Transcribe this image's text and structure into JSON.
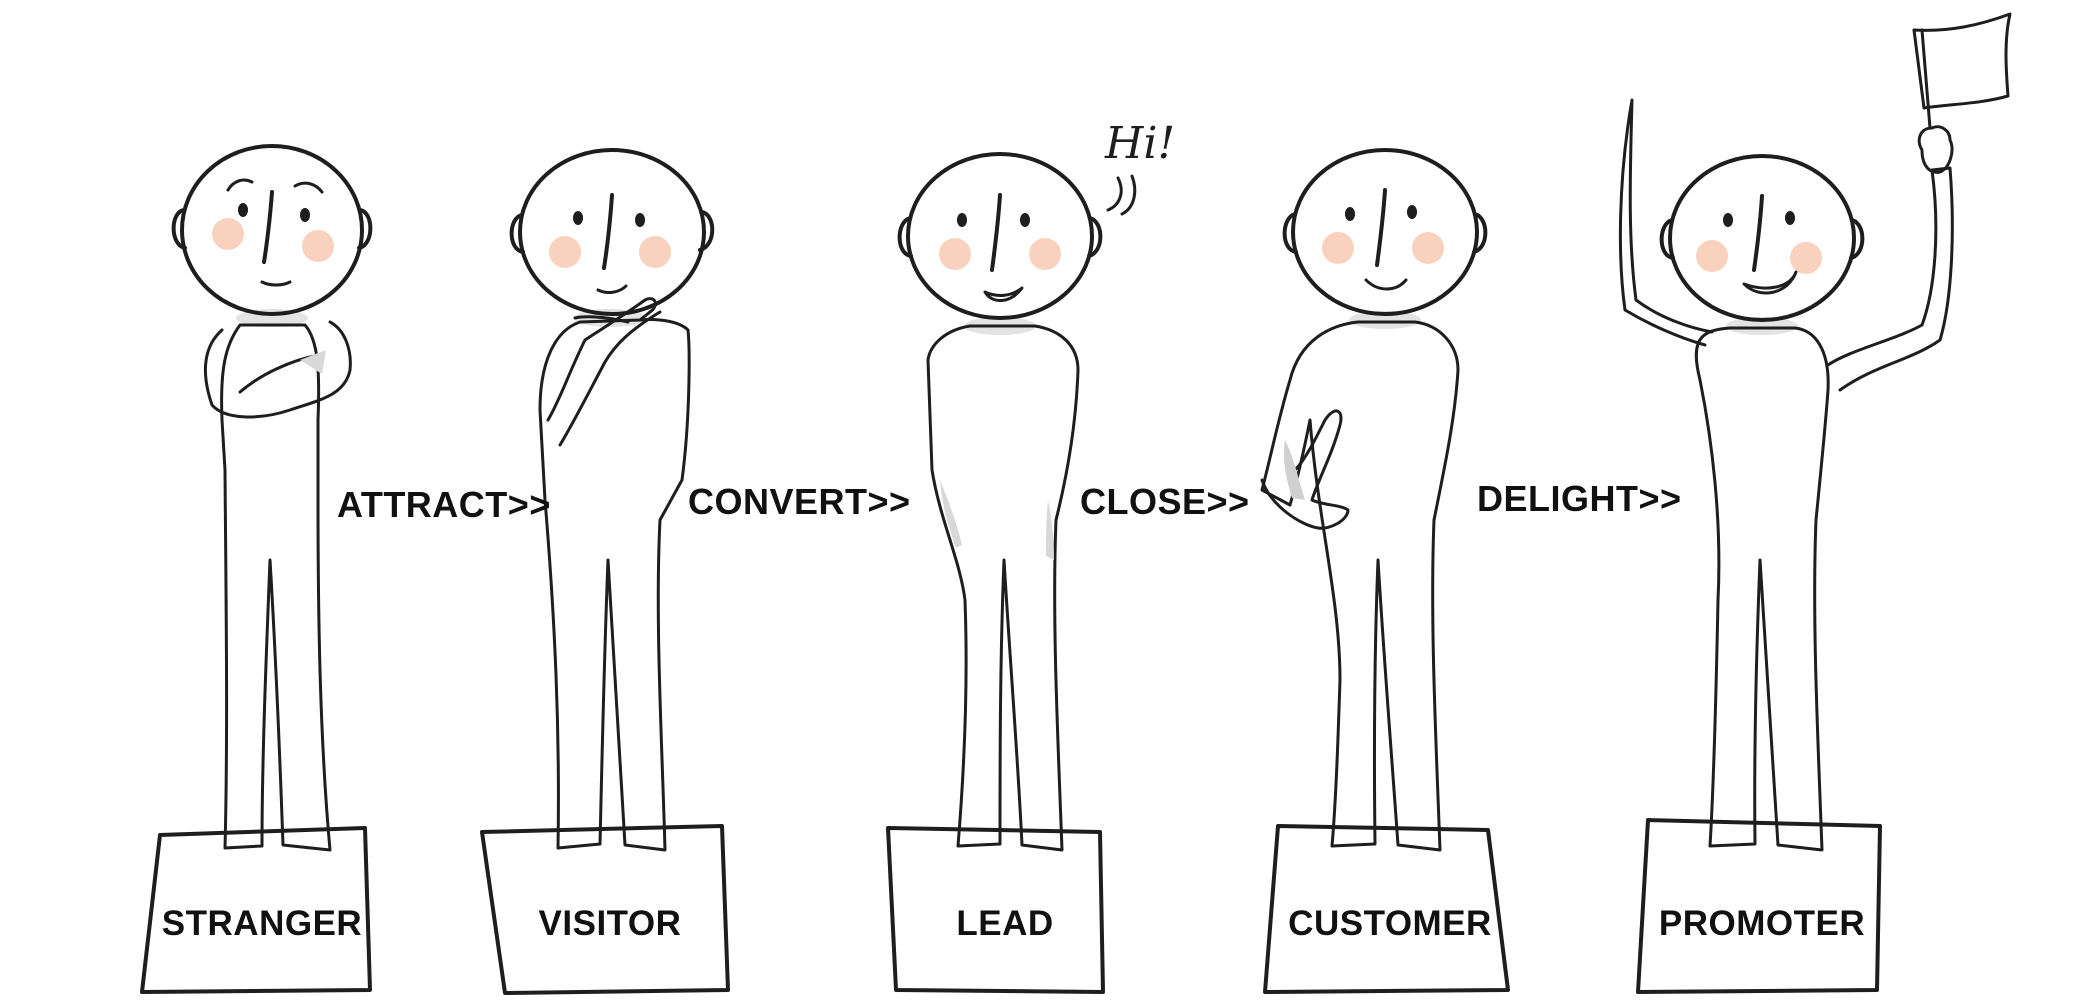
{
  "stages": [
    {
      "label": "STRANGER",
      "color": "#FFB27A"
    },
    {
      "label": "VISITOR",
      "color": "#FFA060"
    },
    {
      "label": "LEAD",
      "color": "#FF8E45"
    },
    {
      "label": "CUSTOMER",
      "color": "#FF7F2E"
    },
    {
      "label": "PROMOTER",
      "color": "#FF6A1E"
    }
  ],
  "steps": [
    "ATTRACT>>",
    "CONVERT>>",
    "CLOSE>>",
    "DELIGHT>>"
  ],
  "speech_bubble": "Hi!",
  "colors": {
    "flag": "#FF6A10",
    "cheek": "#F7CDB8",
    "outline": "#1E1E1E",
    "shadow": "#E3E3E3"
  }
}
